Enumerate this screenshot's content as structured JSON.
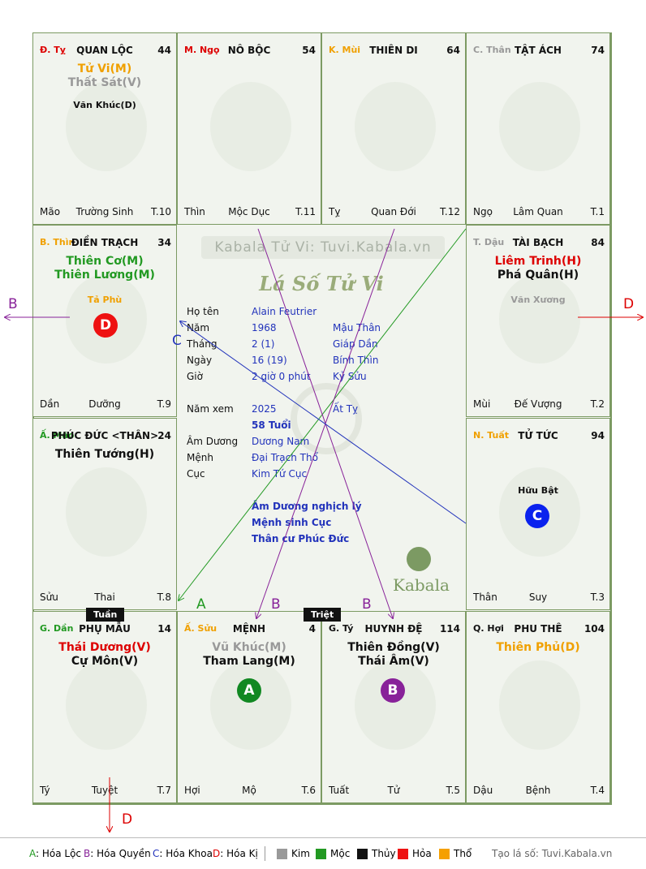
{
  "cells": [
    {
      "stem": "Đ. Tỵ",
      "stem_color": "#dd0000",
      "name": "QUAN LỘC",
      "num": "44",
      "stage": "Trường Sinh",
      "branch_l": "Mão",
      "t": "T.10",
      "stars": [
        {
          "text": "Tử Vi(M)",
          "color": "#f0a000"
        },
        {
          "text": "Thất Sát(V)",
          "color": "#999999"
        }
      ],
      "minors": [
        {
          "text": "Văn Khúc(D)",
          "color": "#111111"
        }
      ]
    },
    {
      "stem": "M. Ngọ",
      "stem_color": "#dd0000",
      "name": "NÔ BỘC",
      "num": "54",
      "stage": "Mộc Dục",
      "branch_l": "Thìn",
      "t": "T.11",
      "stars": [],
      "minors": []
    },
    {
      "stem": "K. Mùi",
      "stem_color": "#f0a000",
      "name": "THIÊN DI",
      "num": "64",
      "stage": "Quan Đới",
      "branch_l": "Tỵ",
      "t": "T.12",
      "stars": [],
      "minors": []
    },
    {
      "stem": "C. Thân",
      "stem_color": "#999999",
      "name": "TẬT ÁCH",
      "num": "74",
      "stage": "Lâm Quan",
      "branch_l": "Ngọ",
      "t": "T.1",
      "stars": [],
      "minors": []
    },
    {
      "stem": "B. Thìn",
      "stem_color": "#f0a000",
      "name": "ĐIỀN TRẠCH",
      "num": "34",
      "stage": "Dưỡng",
      "branch_l": "Dần",
      "t": "T.9",
      "stars": [
        {
          "text": "Thiên Cơ(M)",
          "color": "#229922"
        },
        {
          "text": "Thiên Lương(M)",
          "color": "#229922"
        }
      ],
      "minors": [
        {
          "text": "Tả Phù",
          "color": "#f0a000"
        }
      ]
    },
    {
      "stem": "T. Dậu",
      "stem_color": "#999999",
      "name": "TÀI BẠCH",
      "num": "84",
      "stage": "Đế Vượng",
      "branch_l": "Mùi",
      "t": "T.2",
      "stars": [
        {
          "text": "Liêm Trinh(H)",
          "color": "#dd0000"
        },
        {
          "text": "Phá Quân(H)",
          "color": "#111111"
        }
      ],
      "minors": [
        {
          "text": "Văn Xương",
          "color": "#999999"
        }
      ]
    },
    {
      "stem": "Ấ. Mão",
      "stem_color": "#229922",
      "name": "PHÚC ĐỨC <THÂN>",
      "num": "24",
      "stage": "Thai",
      "branch_l": "Sửu",
      "t": "T.8",
      "stars": [
        {
          "text": "Thiên Tướng(H)",
          "color": "#111111"
        }
      ],
      "minors": []
    },
    {
      "stem": "N. Tuất",
      "stem_color": "#f0a000",
      "name": "TỬ TỨC",
      "num": "94",
      "stage": "Suy",
      "branch_l": "Thân",
      "t": "T.3",
      "stars": [],
      "minors": [
        {
          "text": "Hữu Bật",
          "color": "#111111"
        }
      ]
    },
    {
      "stem": "G. Dần",
      "stem_color": "#229922",
      "name": "PHỤ MẪU",
      "num": "14",
      "stage": "Tuyệt",
      "branch_l": "Tý",
      "t": "T.7",
      "stars": [
        {
          "text": "Thái Dương(V)",
          "color": "#dd0000"
        },
        {
          "text": "Cự Môn(V)",
          "color": "#111111"
        }
      ],
      "minors": []
    },
    {
      "stem": "Ấ. Sửu",
      "stem_color": "#f0a000",
      "name": "MỆNH",
      "num": "4",
      "stage": "Mộ",
      "branch_l": "Hợi",
      "t": "T.6",
      "stars": [
        {
          "text": "Vũ Khúc(M)",
          "color": "#999999"
        },
        {
          "text": "Tham Lang(M)",
          "color": "#111111"
        }
      ],
      "minors": []
    },
    {
      "stem": "G. Tý",
      "stem_color": "#111111",
      "name": "HUYNH ĐỆ",
      "num": "114",
      "stage": "Tử",
      "branch_l": "Tuất",
      "t": "T.5",
      "stars": [
        {
          "text": "Thiên Đồng(V)",
          "color": "#111111"
        },
        {
          "text": "Thái Âm(V)",
          "color": "#111111"
        }
      ],
      "minors": []
    },
    {
      "stem": "Q. Hợi",
      "stem_color": "#111111",
      "name": "PHU THÊ",
      "num": "104",
      "stage": "Bệnh",
      "branch_l": "Dậu",
      "t": "T.4",
      "stars": [
        {
          "text": "Thiên Phủ(D)",
          "color": "#f0a000"
        }
      ],
      "minors": []
    }
  ],
  "circles": {
    "D": "D",
    "C": "C",
    "A": "A",
    "B": "B"
  },
  "tags": {
    "tuan": "Tuần",
    "triet": "Triệt"
  },
  "center": {
    "banner": "Kabala Tử Vi: Tuvi.Kabala.vn",
    "title": "Lá Số Tử Vi",
    "brand": "Kabala",
    "rows": [
      {
        "label": "Họ tên",
        "v1": "Alain Feutrier",
        "v2": ""
      },
      {
        "label": "Năm",
        "v1": "1968",
        "v2": "Mậu Thân"
      },
      {
        "label": "Tháng",
        "v1": "2  (1)",
        "v2": "Giáp Dần"
      },
      {
        "label": "Ngày",
        "v1": "16  (19)",
        "v2": "Bính Thìn"
      },
      {
        "label": "Giờ",
        "v1": "2 giờ 0 phút",
        "v2": "Kỷ Sửu"
      },
      {
        "label": "Năm xem",
        "v1": "2025",
        "v2": "Ất Tỵ"
      },
      {
        "label": "",
        "v1": "58 Tuổi",
        "v2": ""
      },
      {
        "label": "Âm Dương",
        "v1": "Dương Nam",
        "v2": ""
      },
      {
        "label": "Mệnh",
        "v1": "Đại Trạch Thổ",
        "v2": ""
      },
      {
        "label": "Cục",
        "v1": "Kim Tứ Cục",
        "v2": ""
      }
    ],
    "notes": [
      "Âm Dương nghịch lý",
      "Mệnh sinh Cục",
      "Thân cư Phúc Đức"
    ]
  },
  "arrows": {
    "A": "A",
    "B": "B",
    "C": "C",
    "D": "D"
  },
  "legend": {
    "items": [
      {
        "letter": "A",
        "text": ": Hóa Lộc",
        "color": "#229922"
      },
      {
        "letter": "B",
        "text": ": Hóa Quyền",
        "color": "#882299"
      },
      {
        "letter": "C",
        "text": ": Hóa Khoa",
        "color": "#2233bb"
      },
      {
        "letter": "D",
        "text": ": Hóa Kị",
        "color": "#dd0000"
      }
    ],
    "elements": [
      {
        "name": "Kim",
        "color": "#999999"
      },
      {
        "name": "Mộc",
        "color": "#229922"
      },
      {
        "name": "Thủy",
        "color": "#111111"
      },
      {
        "name": "Hỏa",
        "color": "#ee1111"
      },
      {
        "name": "Thổ",
        "color": "#f5a000"
      }
    ],
    "site": "Tạo lá số: Tuvi.Kabala.vn"
  }
}
